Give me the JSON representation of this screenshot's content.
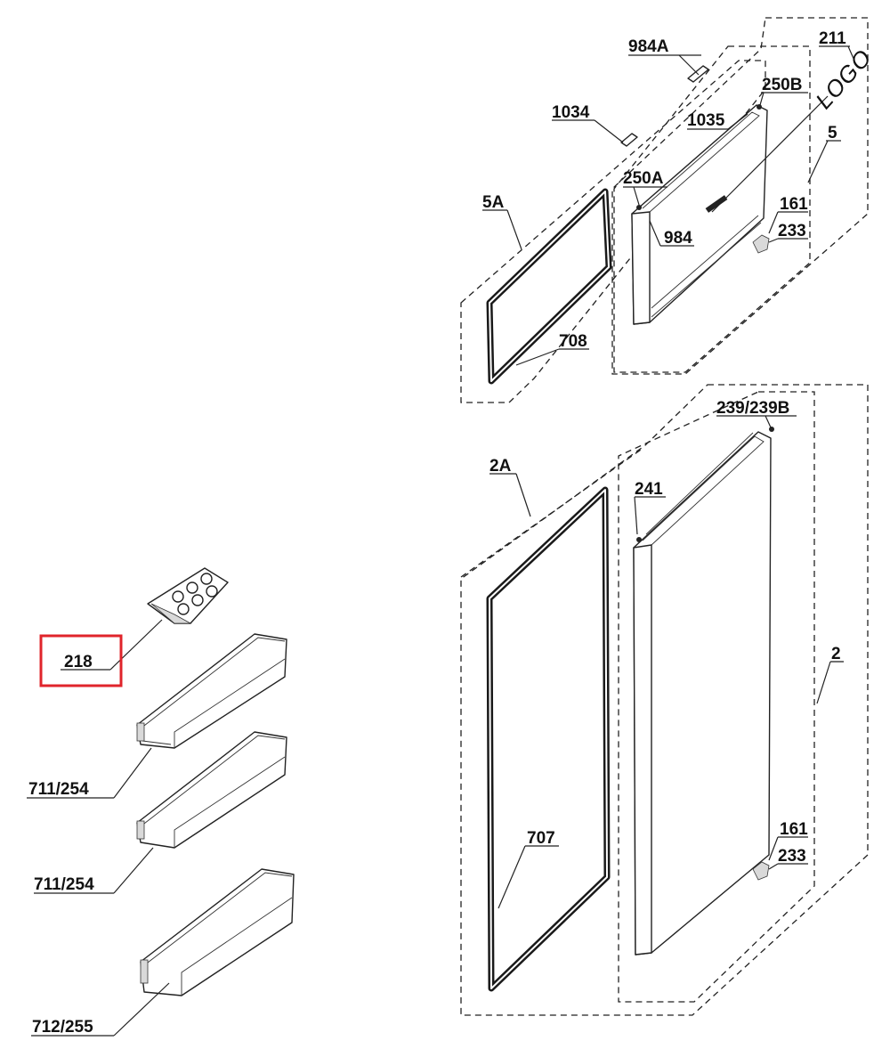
{
  "diagram": {
    "labels": {
      "p984a": "984A",
      "p211": "211",
      "p250b": "250B",
      "p1034": "1034",
      "p1035": "1035",
      "p5": "5",
      "p250a": "250A",
      "p5a": "5A",
      "p984": "984",
      "p161_top": "161",
      "p233_top": "233",
      "p708": "708",
      "p239": "239/239B",
      "p2a": "2A",
      "p241": "241",
      "p2": "2",
      "p218": "218",
      "p711_a": "711/254",
      "p711_b": "711/254",
      "p707": "707",
      "p161_bot": "161",
      "p233_bot": "233",
      "p712": "712/255"
    },
    "logo_text": "LOGO",
    "highlight": {
      "label": "218",
      "color": "#e0242b"
    },
    "colors": {
      "line": "#222222",
      "gasket": "#1a1a1a"
    }
  }
}
